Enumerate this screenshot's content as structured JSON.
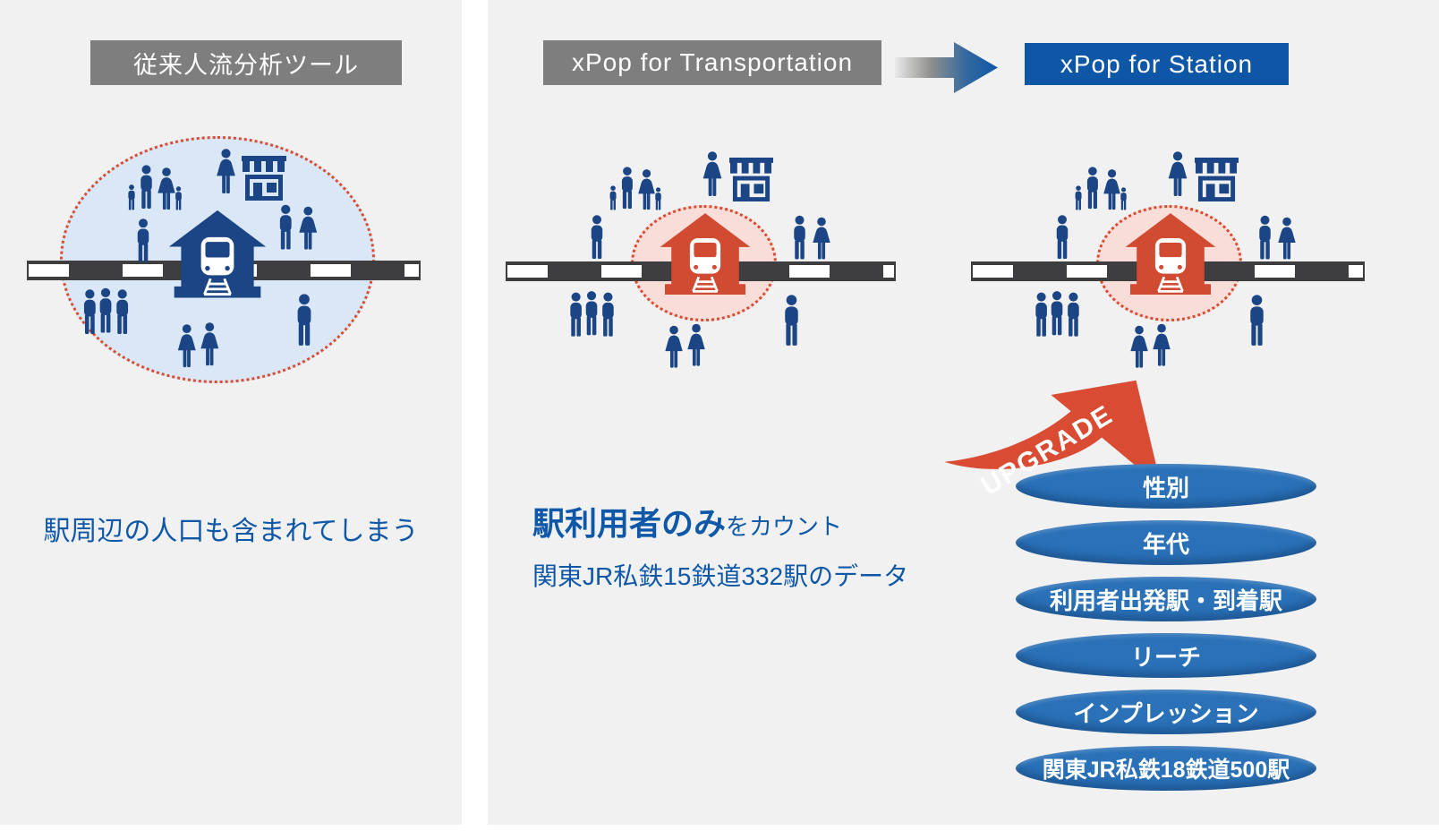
{
  "colors": {
    "page_background": "#ffffff",
    "panel_background": "#f1f1f2",
    "header_gray": "#7e7e7e",
    "header_blue": "#0e57a7",
    "people_navy": "#1b4584",
    "station_red": "#d14a32",
    "coverage_blue_fill": "#d9e7f6",
    "coverage_red_fill": "#f9ddd8",
    "dotted_border_red": "#dd4b31",
    "track_dark": "#3e3e40",
    "feature_ellipse_blue": "#2a71b8",
    "caption_blue": "#0f58a8",
    "upgrade_red": "#d94b33"
  },
  "left_panel": {
    "header": "従来人流分析ツール",
    "caption": "駅周辺の人口も含まれてしまう"
  },
  "right_panel": {
    "header_before": "xPop for Transportation",
    "header_after": "xPop for Station",
    "caption_emphasis": "駅利用者のみ",
    "caption_suffix": "をカウント",
    "caption_line2": "関東JR私鉄15鉄道332駅のデータ",
    "upgrade_label": "UPGRADE",
    "features": [
      "性別",
      "年代",
      "利用者出発駅・到着駅",
      "リーチ",
      "インプレッション",
      "関東JR私鉄18鉄道500駅"
    ]
  },
  "icons": {
    "station-icon": "station building with train",
    "shop-icon": "storefront with striped awning",
    "person-icon": "standing person pictogram",
    "family-icon": "family of four holding hands",
    "couple-icon": "man and woman pair",
    "group-of-three-icon": "three people group",
    "two-women-icon": "two women pair",
    "flow-arrow-icon": "gray to blue right arrow",
    "upgrade-arrow-icon": "red curved upward swoosh arrow"
  }
}
